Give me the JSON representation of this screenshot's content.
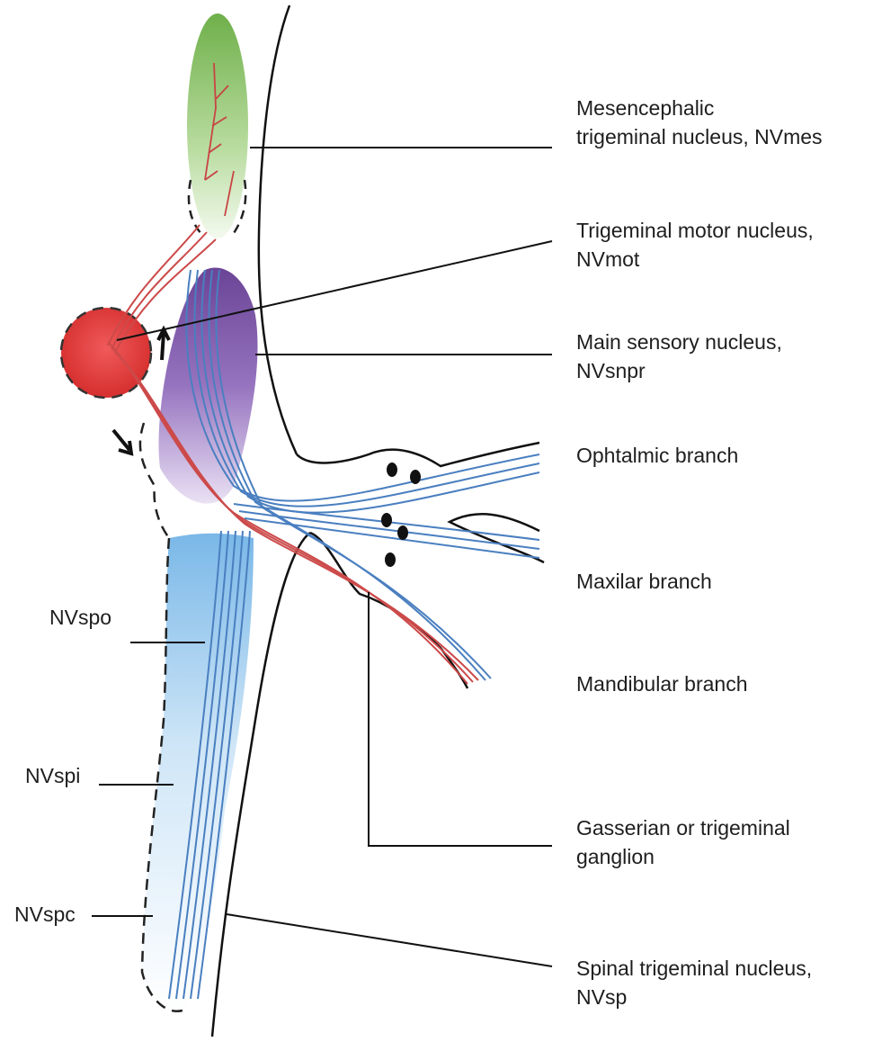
{
  "labels": {
    "nvmes": {
      "line1": "Mesencephalic",
      "line2": "trigeminal nucleus, NVmes"
    },
    "nvmot": {
      "line1": "Trigeminal motor nucleus,",
      "line2": "NVmot"
    },
    "nvsnpr": {
      "line1": "Main sensory  nucleus,",
      "line2": "NVsnpr"
    },
    "ophthalmic": "Ophtalmic branch",
    "maxillary": "Maxilar  branch",
    "mandibular": "Mandibular branch",
    "ganglion": {
      "line1": "Gasserian or trigeminal",
      "line2": "ganglion"
    },
    "nvsp": {
      "line1": "Spinal trigeminal nucleus,",
      "line2": "NVsp"
    },
    "nvspo": "NVspo",
    "nvspi": "NVspi",
    "nvspc": "NVspc"
  },
  "colors": {
    "mesencephalic_nucleus": "#8cc26a",
    "motor_nucleus": "#e83a3a",
    "main_sensory_nucleus": "#6a3f9a",
    "spinal_nucleus": "#8fc4ea",
    "sensory_fibers": "#4a7fc0",
    "motor_fibers": "#cc4a4a"
  }
}
